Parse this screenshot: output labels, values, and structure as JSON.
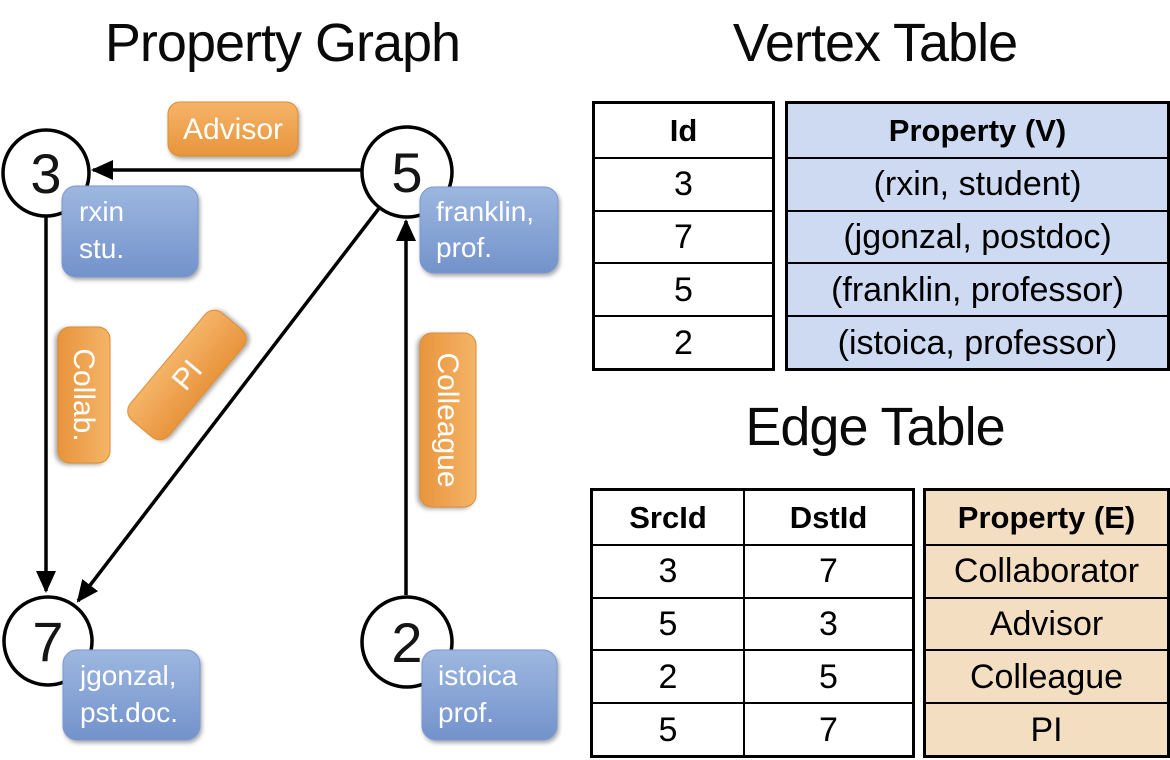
{
  "graph": {
    "title": "Property Graph",
    "nodes": [
      {
        "id": "3",
        "property_line1": "rxin",
        "property_line2": "stu."
      },
      {
        "id": "5",
        "property_line1": "franklin,",
        "property_line2": "prof."
      },
      {
        "id": "7",
        "property_line1": "jgonzal,",
        "property_line2": "pst.doc."
      },
      {
        "id": "2",
        "property_line1": "istoica",
        "property_line2": "prof."
      }
    ],
    "edges": [
      {
        "from": "5",
        "to": "3",
        "label": "Advisor"
      },
      {
        "from": "3",
        "to": "7",
        "label": "Collab."
      },
      {
        "from": "5",
        "to": "7",
        "label": "PI"
      },
      {
        "from": "2",
        "to": "5",
        "label": "Colleague"
      }
    ]
  },
  "vertex_table": {
    "title": "Vertex Table",
    "columns": {
      "id": "Id",
      "property": "Property (V)"
    },
    "rows": [
      {
        "id": "3",
        "property": "(rxin, student)"
      },
      {
        "id": "7",
        "property": "(jgonzal, postdoc)"
      },
      {
        "id": "5",
        "property": "(franklin, professor)"
      },
      {
        "id": "2",
        "property": "(istoica, professor)"
      }
    ]
  },
  "edge_table": {
    "title": "Edge Table",
    "columns": {
      "src": "SrcId",
      "dst": "DstId",
      "property": "Property (E)"
    },
    "rows": [
      {
        "src": "3",
        "dst": "7",
        "property": "Collaborator"
      },
      {
        "src": "5",
        "dst": "3",
        "property": "Advisor"
      },
      {
        "src": "2",
        "dst": "5",
        "property": "Colleague"
      },
      {
        "src": "5",
        "dst": "7",
        "property": "PI"
      }
    ]
  },
  "colors": {
    "edge_label_fill_top": "#F5B468",
    "edge_label_fill_bottom": "#E8943C",
    "vertex_label_fill_top": "#9DB7E0",
    "vertex_label_fill_bottom": "#7292CB",
    "vertex_table_fill": "#CEDAF1",
    "edge_table_fill": "#F4DEC2",
    "line_color": "#000000"
  }
}
